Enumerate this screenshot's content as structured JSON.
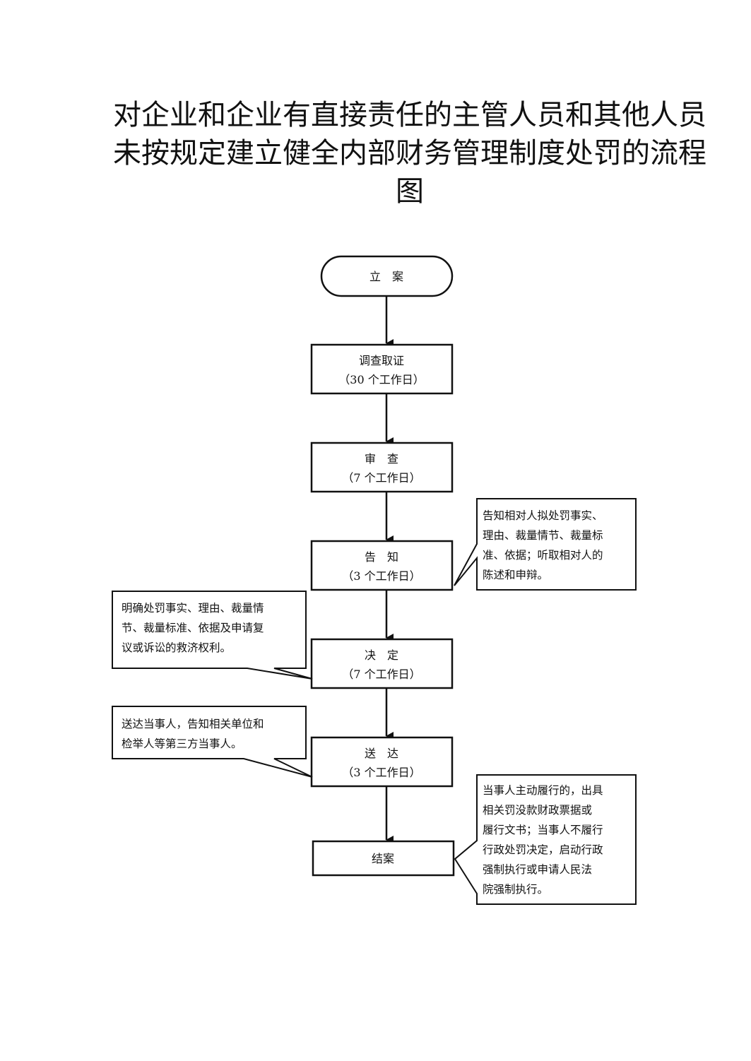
{
  "title": {
    "lines": [
      "对企业和企业有直接责任的主管人员和其他人员",
      "未按规定建立健全内部财务管理制度处罚的流程",
      "图"
    ]
  },
  "nodes": {
    "start": {
      "label": "立　案"
    },
    "investigate": {
      "label": "调查取证",
      "duration": "（30 个工作日）"
    },
    "review": {
      "label": "审　查",
      "duration": "（7 个工作日）"
    },
    "notify": {
      "label": "告　知",
      "duration": "（3 个工作日）"
    },
    "decide": {
      "label": "决　定",
      "duration": "（7 个工作日）"
    },
    "deliver": {
      "label": "送　达",
      "duration": "（3 个工作日）"
    },
    "close": {
      "label": "结案"
    }
  },
  "notes": {
    "notify": [
      "告知相对人拟处罚事实、",
      "理由、裁量情节、裁量标",
      "准、依据；听取相对人的",
      "陈述和申辩。"
    ],
    "decide": [
      "明确处罚事实、理由、裁量情",
      "节、裁量标准、依据及申请复",
      "议或诉讼的救济权利。"
    ],
    "deliver": [
      "送达当事人，告知相关单位和",
      "检举人等第三方当事人。"
    ],
    "close": [
      "当事人主动履行的，出具",
      "相关罚没款财政票据或",
      "履行文书；当事人不履行",
      "行政处罚决定，启动行政",
      "强制执行或申请人民法",
      "院强制执行。"
    ]
  }
}
